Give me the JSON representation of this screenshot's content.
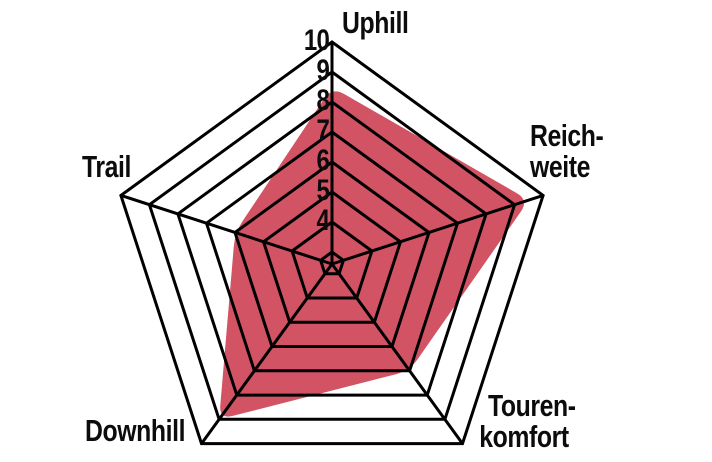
{
  "chart_data": {
    "type": "radar",
    "title": "",
    "categories": [
      "Uphill",
      "Reich-\nweite",
      "Touren-\nkomfort",
      "Downhill",
      "Trail"
    ],
    "values": [
      8.5,
      9.5,
      7,
      9,
      6
    ],
    "scale": {
      "center_value": 3,
      "max": 10,
      "ring_values": [
        3,
        4,
        5,
        6,
        7,
        8,
        9,
        10
      ],
      "tick_labels": [
        "10",
        "9",
        "8",
        "7",
        "6",
        "5",
        "4"
      ],
      "tick_values": [
        10,
        9,
        8,
        7,
        6,
        5,
        4
      ]
    },
    "grid": "pentagon-rings-with-spokes",
    "legend": "none",
    "colors": {
      "fill": "#d15364",
      "lines": "#000000",
      "text": "#0c0c0c",
      "background": "#ffffff"
    }
  }
}
